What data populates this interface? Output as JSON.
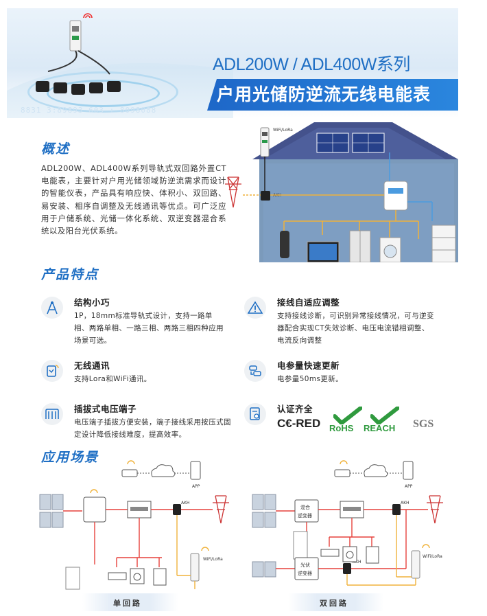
{
  "header": {
    "title_en": "ADL200W / ADL400W系列",
    "title_cn": "户用光储防逆流无线电能表",
    "backdrop_digits": "8831 3:89893 603 : 8098088"
  },
  "overview": {
    "heading": "概述",
    "text": "ADL200W、ADL400W系列导轨式双回路外置CT电能表，主要针对户用光储领域防逆流需求而设计的智能仪表，产品具有响应快、体积小、双回路、易安装、相序自调整及无线通讯等优点。可广泛应用于户储系统、光储一体化系统、双逆变器混合系统以及阳台光伏系统。"
  },
  "house_diagram": {
    "comm_label": "WiFi/LoRa",
    "ct_label": "AKH"
  },
  "features": {
    "heading": "产品特点",
    "items": [
      {
        "name": "结构小巧",
        "desc": "1P，18mm标准导轨式设计，支持一路单相、两路单相、一路三相、两路三相四种应用场景可选。",
        "icon": "compass-icon"
      },
      {
        "name": "接线自适应调整",
        "desc": "支持接线诊断，可识别异常接线情况，可与逆变器配合实现CT失效诊断、电压电流错相调整、电流反向调整",
        "icon": "warning-icon"
      },
      {
        "name": "无线通讯",
        "desc": "支持Lora和WiFi通讯。",
        "icon": "wireless-icon"
      },
      {
        "name": "电参量快速更新",
        "desc": "电参量50ms更新。",
        "icon": "refresh-icon"
      },
      {
        "name": "插拔式电压端子",
        "desc": "电压端子插拔方便安装，端子接线采用按压式固定设计降低接线难度，提高效率。",
        "icon": "terminal-icon"
      },
      {
        "name": "认证齐全",
        "desc": "",
        "icon": "certificate-icon"
      }
    ],
    "certs": {
      "ce": "C€-RED",
      "rohs": "RoHS",
      "reach": "REACH",
      "sgs": "SGS"
    }
  },
  "applications": {
    "heading": "应用场景",
    "app_label": "APP",
    "ct_label": "AKH",
    "comm_label": "WiFi/LoRa",
    "single": {
      "label": "单回路"
    },
    "dual": {
      "label": "双回路",
      "hybrid_inverter": [
        "混合",
        "逆变器"
      ],
      "pv_inverter": [
        "光伏",
        "逆变器"
      ]
    }
  },
  "colors": {
    "accent": "#1f6fc4",
    "red_line": "#e6403c",
    "yellow_line": "#f0b23a",
    "blue_line": "#4a9be0"
  }
}
